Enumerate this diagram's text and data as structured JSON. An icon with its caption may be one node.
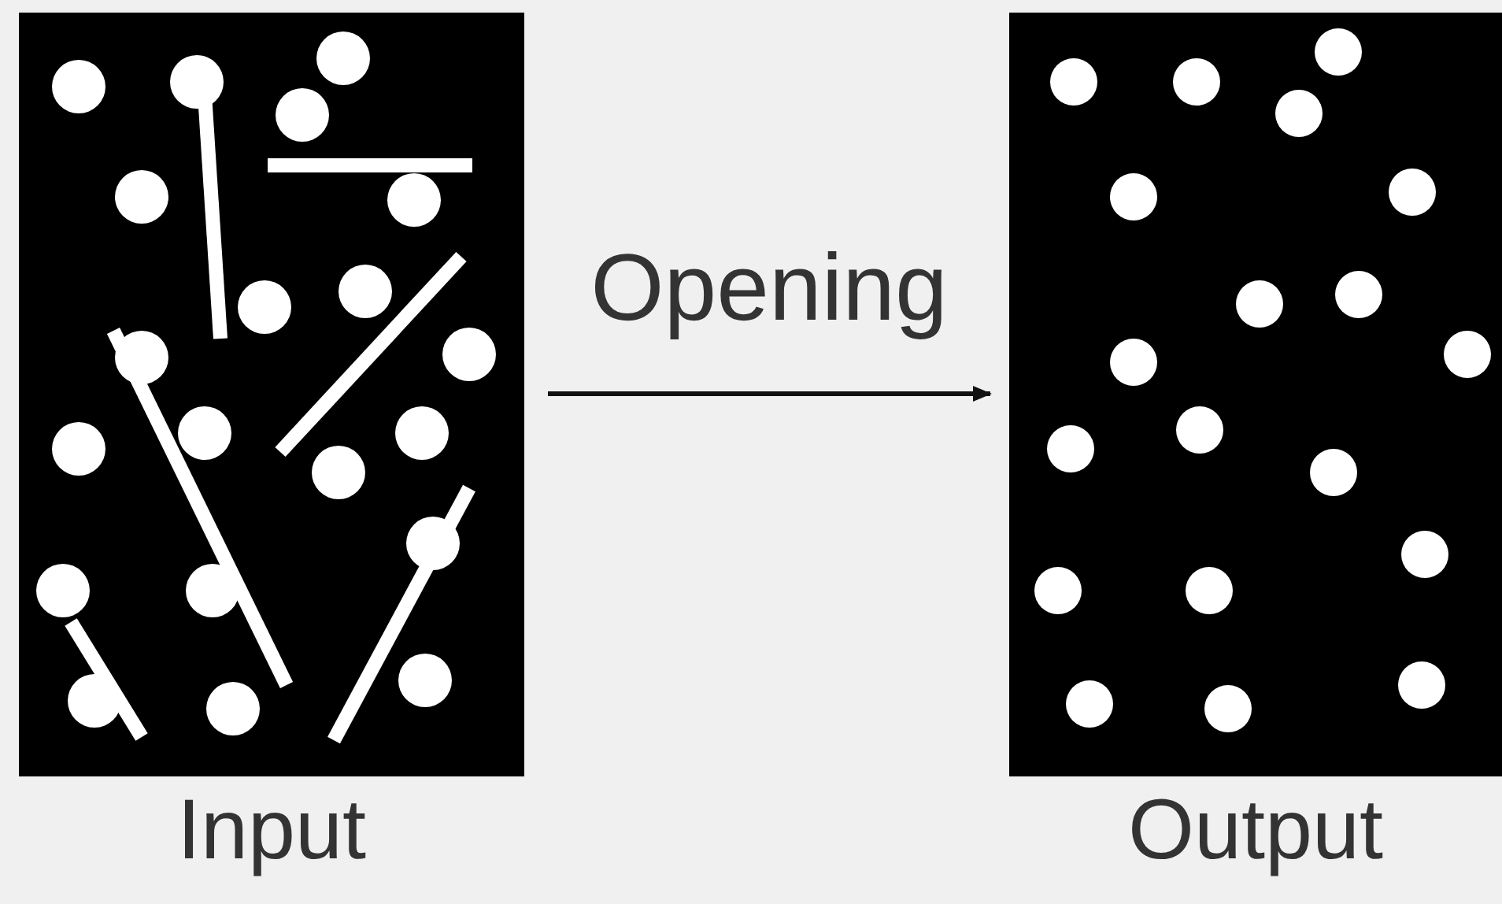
{
  "diagram": {
    "nodes": [
      {
        "text": [
          "Input"
        ]
      },
      {
        "text": [
          "Output"
        ]
      }
    ],
    "edges": [
      {
        "from": 0,
        "to": 1,
        "arrow": "to",
        "label": "Opening"
      }
    ]
  }
}
